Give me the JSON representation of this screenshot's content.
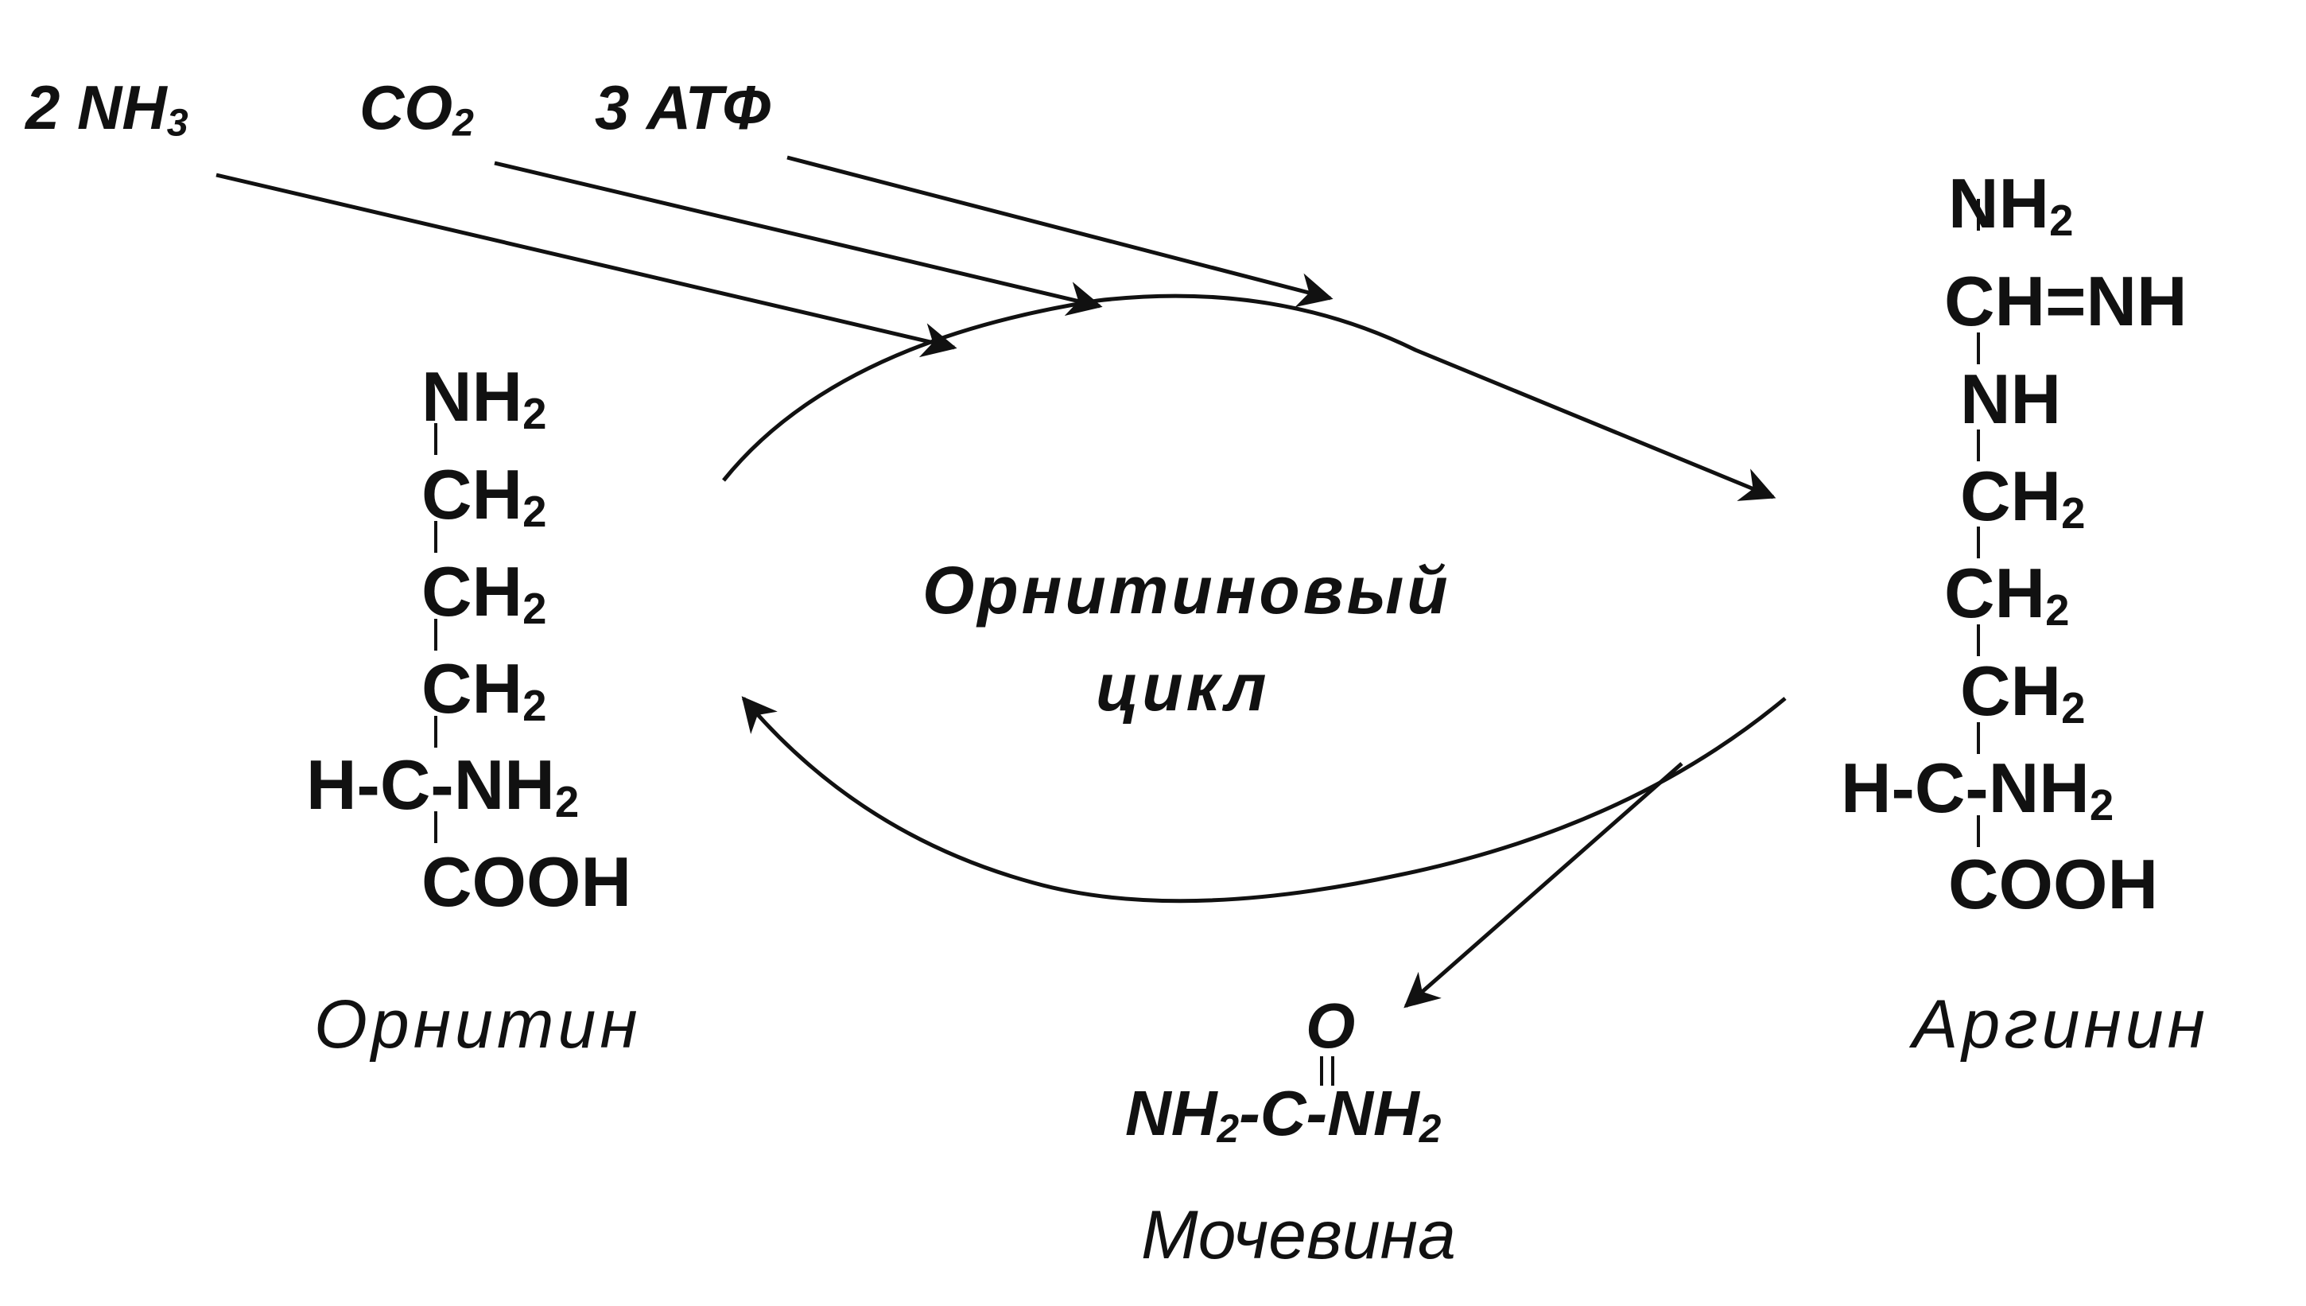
{
  "inputs": {
    "nh3": {
      "coef": "2 NH",
      "sub": "3"
    },
    "co2": {
      "base": "CO",
      "sub": "2"
    },
    "atp": "3 АТФ"
  },
  "center": {
    "line1": "Орнитиновый",
    "line2": "цикл"
  },
  "ornithine": {
    "name": "Орнитин",
    "lines": [
      {
        "main": "NH",
        "sub": "2"
      },
      {
        "main": "CH",
        "sub": "2"
      },
      {
        "main": "CH",
        "sub": "2"
      },
      {
        "main": "CH",
        "sub": "2"
      },
      {
        "main": "H-C-NH",
        "sub": "2"
      },
      {
        "main": "COOH",
        "sub": ""
      }
    ]
  },
  "arginine": {
    "name": "Аргинин",
    "lines": [
      {
        "main": "NH",
        "sub": "2"
      },
      {
        "main": "CH=NH",
        "sub": ""
      },
      {
        "main": "NH",
        "sub": ""
      },
      {
        "main": "CH",
        "sub": "2"
      },
      {
        "main": "CH",
        "sub": "2"
      },
      {
        "main": "CH",
        "sub": "2"
      },
      {
        "main": "H-C-NH",
        "sub": "2"
      },
      {
        "main": "COOH",
        "sub": ""
      }
    ]
  },
  "urea": {
    "name": "Мочевина",
    "top": "O",
    "left": {
      "main": "NH",
      "sub": "2"
    },
    "mid": "-C-",
    "right": {
      "main": "NH",
      "sub": "2"
    }
  },
  "colors": {
    "ink": "#111111",
    "background": "#ffffff"
  }
}
